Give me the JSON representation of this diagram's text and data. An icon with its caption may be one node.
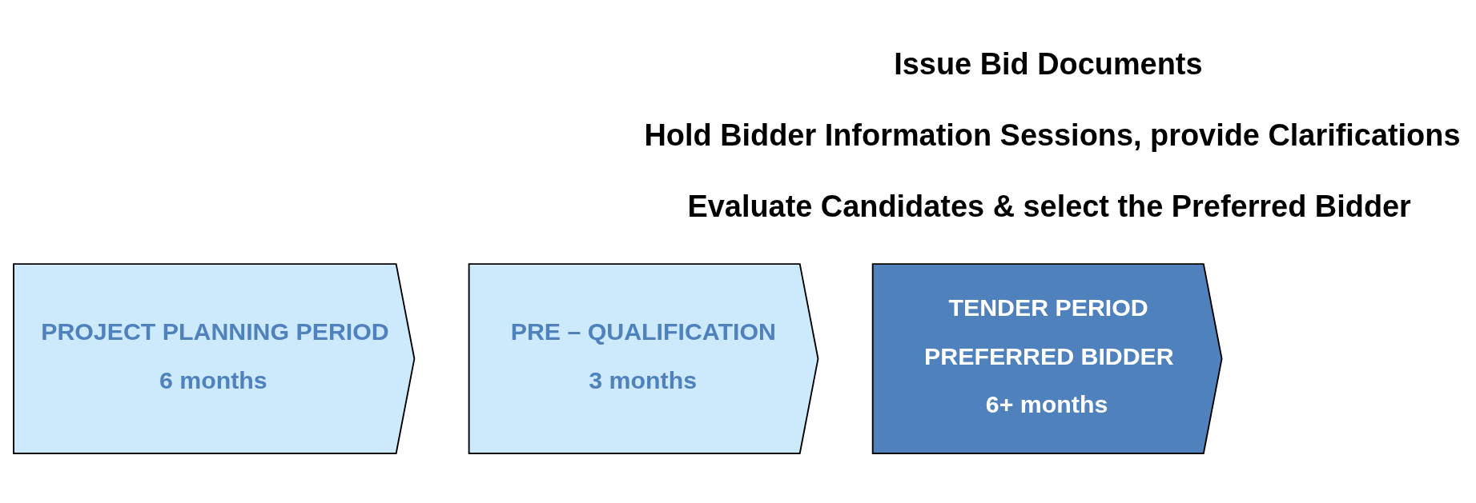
{
  "diagram": {
    "nodes": [
      {
        "text": [
          "PROJECT PLANNING PERIOD",
          "6 months"
        ]
      },
      {
        "text": [
          "PRE – QUALIFICATION",
          "3 months"
        ]
      },
      {
        "text": [
          "TENDER PERIOD",
          "PREFERRED BIDDER",
          "6+ months"
        ]
      }
    ],
    "labels": [
      "Issue Bid Documents",
      "Hold Bidder Information Sessions, provide Clarifications",
      "Evaluate Candidates & select the Preferred Bidder"
    ]
  }
}
